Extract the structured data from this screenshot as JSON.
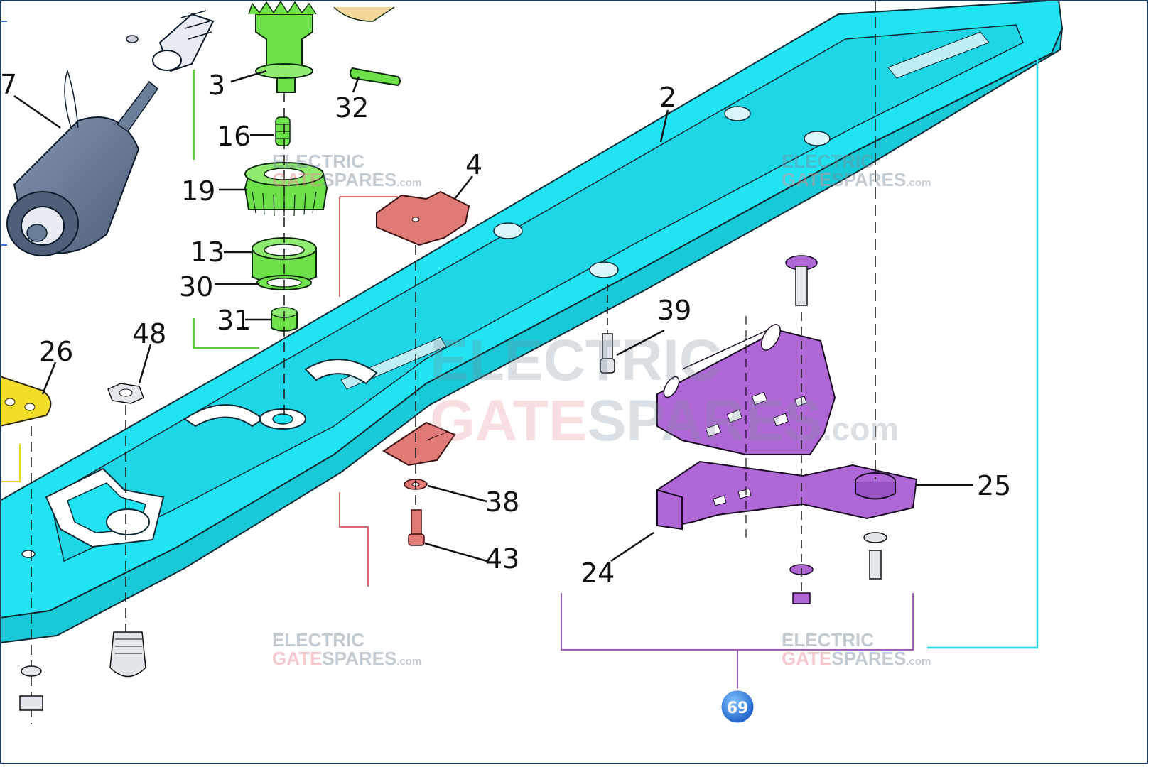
{
  "diagram": {
    "watermark": {
      "line1": "ELECTRIC",
      "line2a": "GATE",
      "line2b": "SPARES",
      "suffix": ".com"
    },
    "callouts": [
      {
        "id": "p3",
        "text": "3"
      },
      {
        "id": "p32",
        "text": "32"
      },
      {
        "id": "p16",
        "text": "16"
      },
      {
        "id": "p19",
        "text": "19"
      },
      {
        "id": "p13",
        "text": "13"
      },
      {
        "id": "p30",
        "text": "30"
      },
      {
        "id": "p31",
        "text": "31"
      },
      {
        "id": "p7",
        "text": "7"
      },
      {
        "id": "p2",
        "text": "2"
      },
      {
        "id": "p4",
        "text": "4"
      },
      {
        "id": "p26",
        "text": "26"
      },
      {
        "id": "p48",
        "text": "48"
      },
      {
        "id": "p39",
        "text": "39"
      },
      {
        "id": "p38",
        "text": "38"
      },
      {
        "id": "p43",
        "text": "43"
      },
      {
        "id": "p24",
        "text": "24"
      },
      {
        "id": "p25",
        "text": "25"
      }
    ],
    "assembly_badge": "69",
    "colors": {
      "arm": "#22e3f2",
      "gear": "#6de04a",
      "bracket": "#b067d6",
      "plate": "#e07a76",
      "washer_yellow": "#f2dd28",
      "motor": "#6a7d99",
      "badge": "#2a7fe0"
    }
  }
}
